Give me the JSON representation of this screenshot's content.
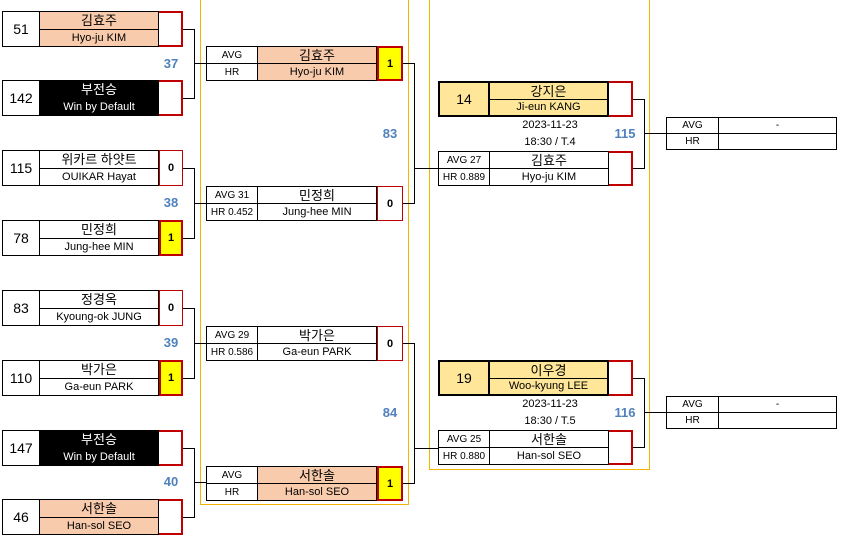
{
  "round1": [
    {
      "seed": "51",
      "kr": "김효주",
      "en": "Hyo-ju KIM",
      "score": ""
    },
    {
      "seed": "142",
      "kr": "부전승",
      "en": "Win by Default",
      "score": ""
    },
    {
      "seed": "115",
      "kr": "위카르 하얏트",
      "en": "OUIKAR Hayat",
      "score": "0"
    },
    {
      "seed": "78",
      "kr": "민정희",
      "en": "Jung-hee MIN",
      "score": "1"
    },
    {
      "seed": "83",
      "kr": "정경옥",
      "en": "Kyoung-ok JUNG",
      "score": "0"
    },
    {
      "seed": "110",
      "kr": "박가은",
      "en": "Ga-eun PARK",
      "score": "1"
    },
    {
      "seed": "147",
      "kr": "부전승",
      "en": "Win by Default",
      "score": ""
    },
    {
      "seed": "46",
      "kr": "서한솔",
      "en": "Han-sol SEO",
      "score": ""
    }
  ],
  "round1_match_numbers": [
    "37",
    "38",
    "39",
    "40"
  ],
  "round2": [
    {
      "avg": "AVG",
      "hr": "HR",
      "kr": "김효주",
      "en": "Hyo-ju KIM",
      "score": "1"
    },
    {
      "avg": "AVG 31",
      "hr": "HR 0.452",
      "kr": "민정희",
      "en": "Jung-hee MIN",
      "score": "0"
    },
    {
      "avg": "AVG 29",
      "hr": "HR 0.586",
      "kr": "박가은",
      "en": "Ga-eun PARK",
      "score": "0"
    },
    {
      "avg": "AVG",
      "hr": "HR",
      "kr": "서한솔",
      "en": "Han-sol SEO",
      "score": "1"
    }
  ],
  "round2_match_numbers": [
    "83",
    "84"
  ],
  "round3": [
    {
      "top": {
        "seed": "14",
        "kr": "강지은",
        "en": "Ji-eun KANG"
      },
      "date": "2023-11-23",
      "time": "18:30 / T.4",
      "bottom": {
        "avg": "AVG 27",
        "hr": "HR 0.889",
        "kr": "김효주",
        "en": "Hyo-ju KIM"
      },
      "match_number": "115",
      "result": {
        "avg": "AVG",
        "hr": "HR",
        "value": "-"
      }
    },
    {
      "top": {
        "seed": "19",
        "kr": "이우경",
        "en": "Woo-kyung LEE"
      },
      "date": "2023-11-23",
      "time": "18:30 / T.5",
      "bottom": {
        "avg": "AVG 25",
        "hr": "HR 0.880",
        "kr": "서한솔",
        "en": "Han-sol SEO"
      },
      "match_number": "116",
      "result": {
        "avg": "AVG",
        "hr": "HR",
        "value": "-"
      }
    }
  ],
  "colors": {
    "peach": "#f8cbad",
    "gold": "#ffe699",
    "winner": "#ffff00",
    "border_red": "#c00000",
    "match_blue": "#4f81bd",
    "frame_gold": "#f4b400"
  }
}
